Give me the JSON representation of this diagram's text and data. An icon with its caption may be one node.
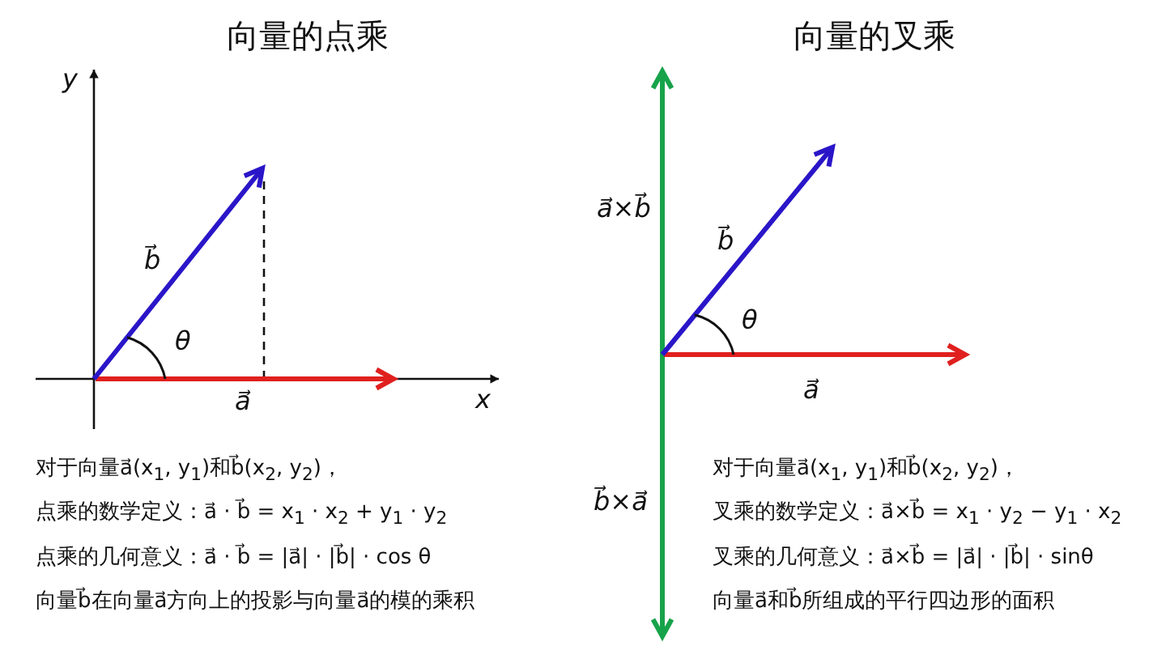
{
  "diagram": {
    "labels": [
      "向量的点乘",
      "y",
      "b⃗",
      "θ",
      "a⃗",
      "x",
      "对于向量a⃗(x$_{1}$, y$_{1}$)和b⃗(x$_{2}$, y$_{2}$)，",
      "点乘的数学定义：a⃗ · b⃗ = x$_{1}$ · x$_{2}$ + y$_{1}$ · y$_{2}$",
      "点乘的几何意义：a⃗ · b⃗ = |a⃗| · |b⃗| · cos θ",
      "向量b⃗在向量a⃗方向上的投影与向量a⃗的模的乘积",
      "向量的叉乘",
      "a⃗×b⃗",
      "b⃗",
      "θ",
      "a⃗",
      "b⃗×a⃗",
      "对于向量a⃗(x$_{1}$, y$_{1}$)和b⃗(x$_{2}$, y$_{2}$)，",
      "叉乘的数学定义：a⃗×b⃗ = x$_{1}$ · y$_{2}$ − y$_{1}$ · x$_{2}$",
      "叉乘的几何意义：a⃗×b⃗ = |a⃗| · |b⃗| · sinθ",
      "向量a⃗和b⃗所组成的平行四边形的面积"
    ]
  }
}
